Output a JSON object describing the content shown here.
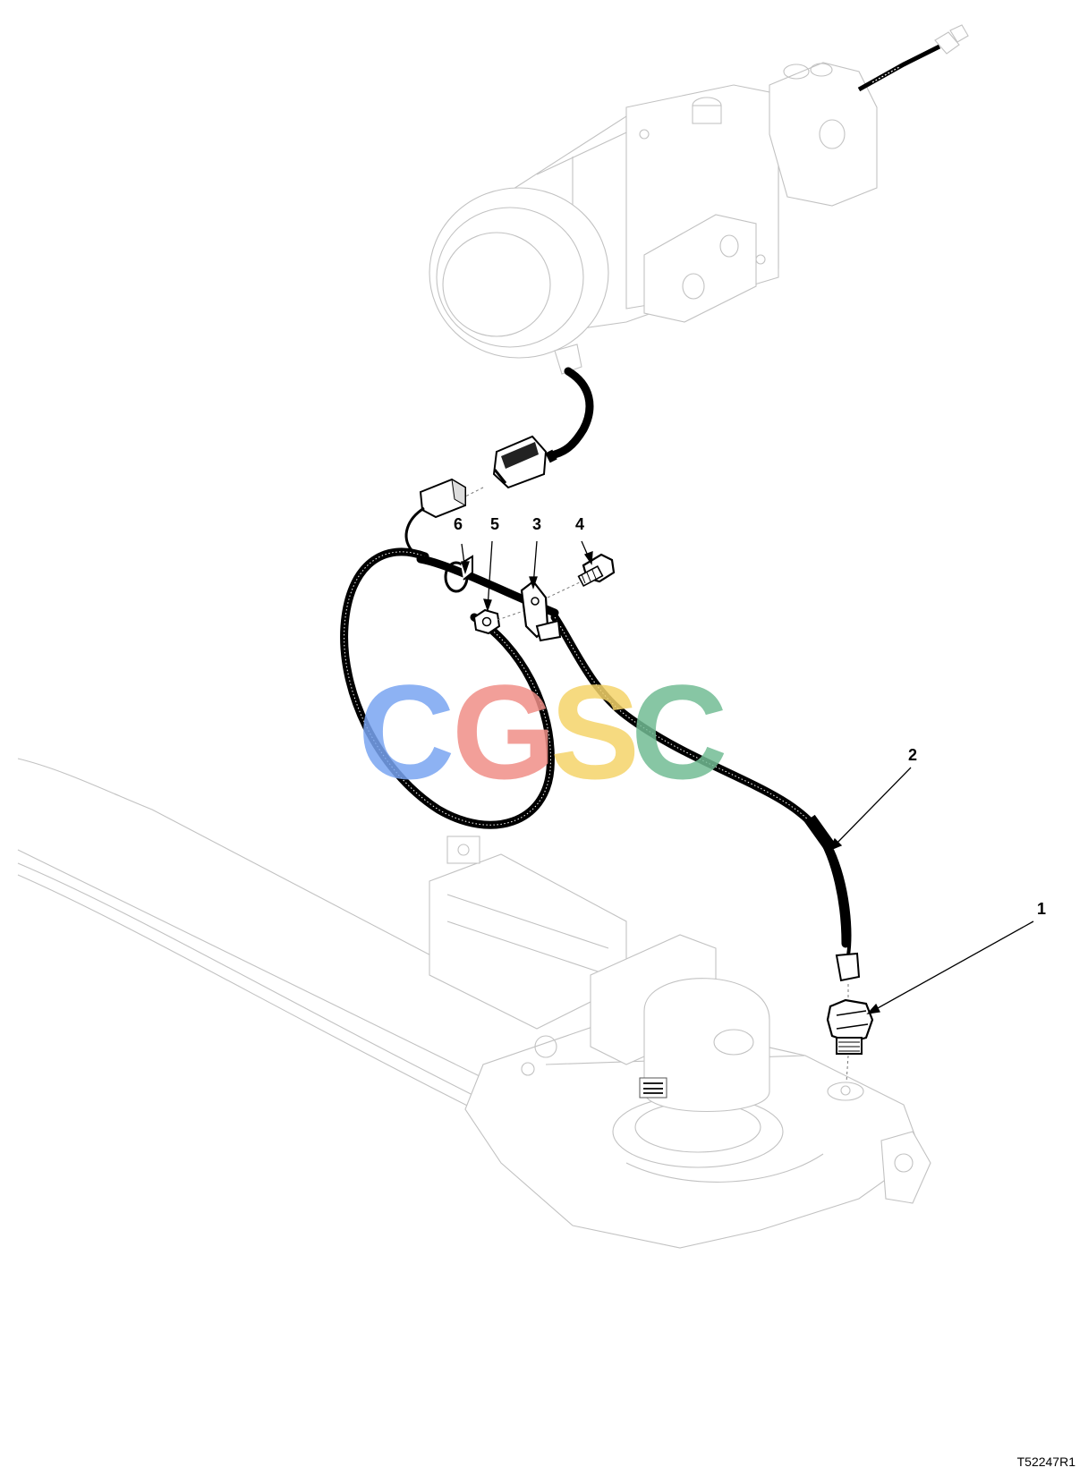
{
  "figure_id": "T52247R1",
  "watermark": {
    "text": "CGSC",
    "colors": [
      "#7aa5f2",
      "#f08f88",
      "#f5d46a",
      "#73bd95"
    ]
  },
  "callouts": [
    {
      "label": "1",
      "part": "sensor-fitting"
    },
    {
      "label": "2",
      "part": "harness-cable"
    },
    {
      "label": "3",
      "part": "mounting-bracket"
    },
    {
      "label": "4",
      "part": "screw"
    },
    {
      "label": "5",
      "part": "nut"
    },
    {
      "label": "6",
      "part": "cable-clamp"
    }
  ]
}
